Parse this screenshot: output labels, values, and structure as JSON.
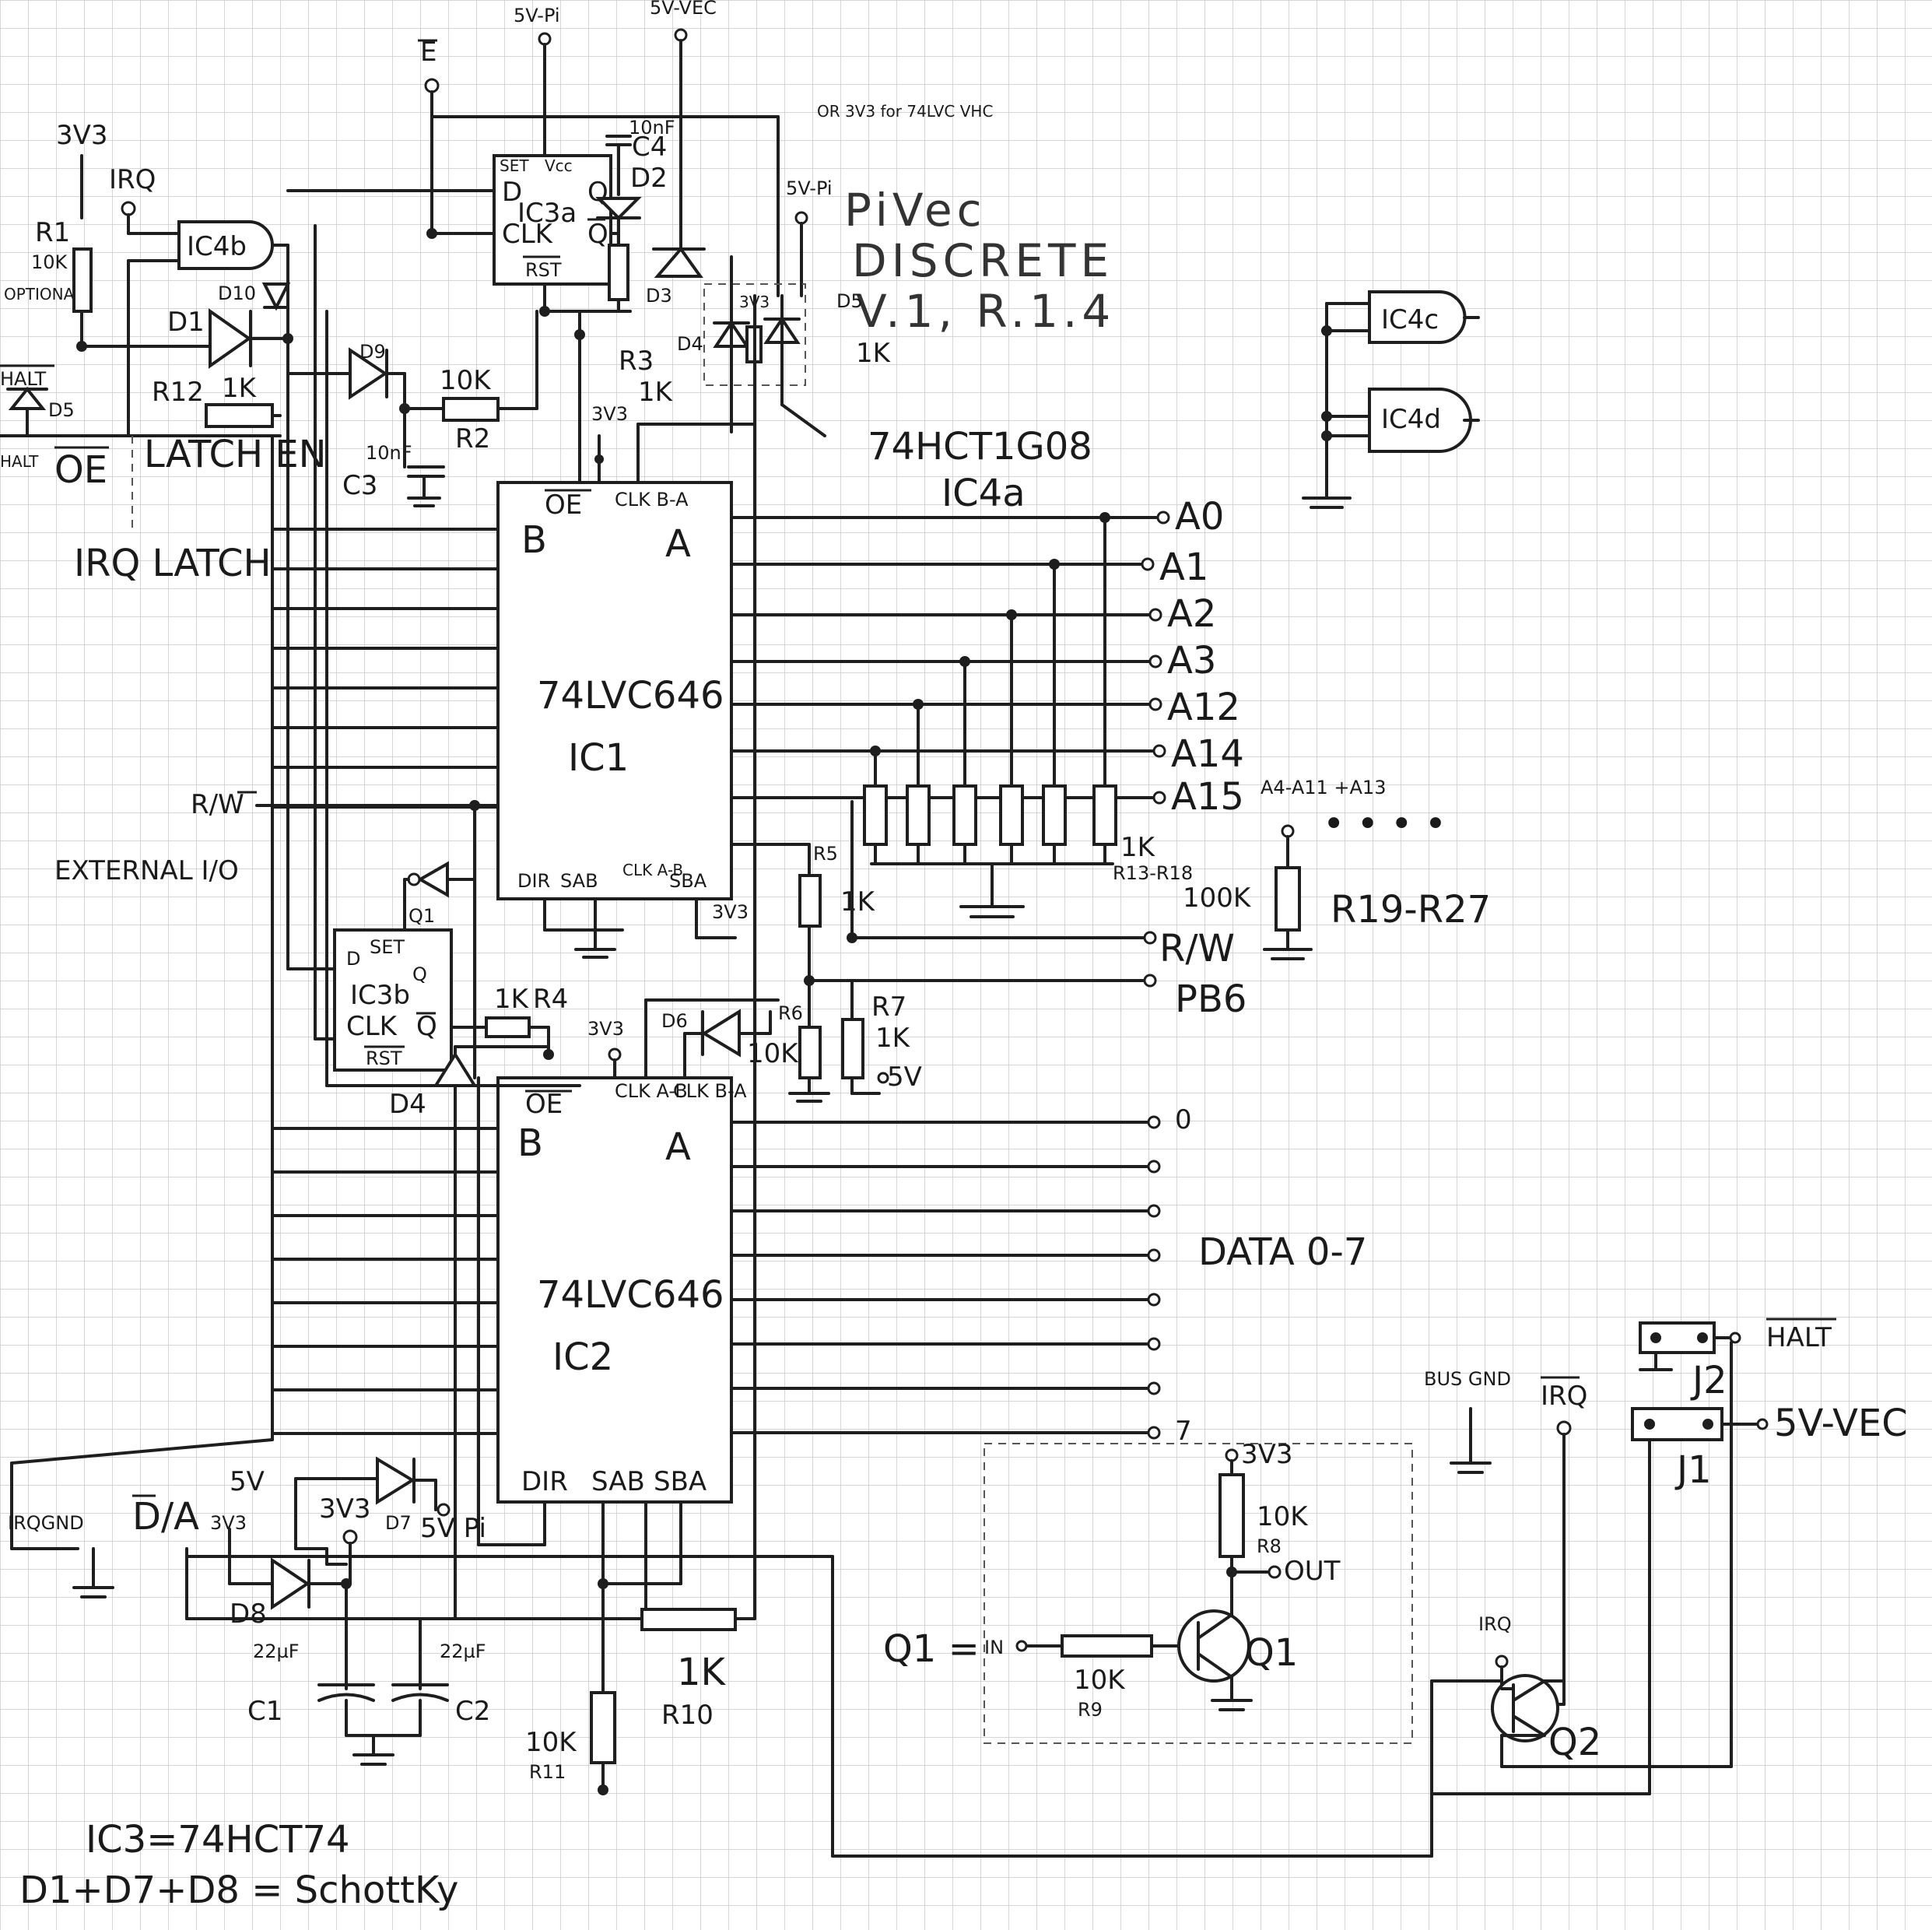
{
  "grid": {
    "cell": 36,
    "line_color": "#c8c8c8"
  },
  "colors": {
    "ink": "#1e1e1e",
    "paper": "#ffffff"
  },
  "title": {
    "line1": "PiVec",
    "line2": "DISCRETE",
    "line3": "V.1, R.1.4"
  },
  "power": {
    "v5_pi": "5V-Pi",
    "v5_vec": "5V-VEC",
    "e_bar": "E",
    "v3v3": "3V3",
    "or_note": "OR 3V3 for 74LVC VHC",
    "v5_pi_2": "5V-Pi"
  },
  "ic": {
    "ic1_part": "74LVC646",
    "ic1_ref": "IC1",
    "ic2_part": "74LVC646",
    "ic2_ref": "IC2",
    "ic3a": "IC3a",
    "ic3b": "IC3b",
    "ic4a": "IC4a",
    "ic4b": "IC4b",
    "ic4c": "IC4c",
    "ic4d": "IC4d",
    "ic4_part": "74HCT1G08",
    "pin_b": "B",
    "pin_a": "A",
    "pin_oe": "OE",
    "pin_clkba": "CLK B-A",
    "pin_clkab": "CLK A-B",
    "pin_dir": "DIR",
    "pin_sab": "SAB",
    "pin_sba": "SBA",
    "ff_d": "D",
    "ff_q": "Q",
    "ff_qbar": "Q",
    "ff_clk": "CLK",
    "ff_rst": "RST",
    "ff_set": "SET",
    "ff_vcc": "Vcc"
  },
  "components": {
    "r1": "R1",
    "r1_val": "10K",
    "r1_note": "OPTIONAL",
    "r2": "R2",
    "r2_val": "10K",
    "r3": "R3",
    "r3_val": "1K",
    "r4": "R4",
    "r4_val": "1K",
    "r5": "R5",
    "r5_val": "1K",
    "r6": "R6",
    "r6_val": "10K",
    "r7": "R7",
    "r7_val": "1K",
    "r7_supply": "5V",
    "r8": "R8",
    "r8_val": "10K",
    "r9": "R9",
    "r9_val": "10K",
    "r10": "R10",
    "r10_val": "1K",
    "r11": "R11",
    "r11_val": "10K",
    "r12": "R12",
    "r12_val": "1K",
    "r13_18": "R13-R18",
    "r13_18_val": "1K",
    "r19_27": "R19-R27",
    "r19_27_val": "100K",
    "c1": "C1",
    "c1_val": "22µF",
    "c2": "C2",
    "c2_val": "22µF",
    "c3": "C3",
    "c3_val": "10nF",
    "c4": "C4",
    "c4_val": "10nF",
    "d1": "D1",
    "d2": "D2",
    "d3": "D3",
    "d4": "D4",
    "d5": "D5",
    "d6": "D6",
    "d7": "D7",
    "d8": "D8",
    "d9": "D9",
    "d10": "D10",
    "q1": "Q1",
    "q2": "Q2",
    "j1": "J1",
    "j2": "J2"
  },
  "nets": {
    "irq": "IRQ",
    "halt": "HALT",
    "oe": "OE",
    "latch_en": "LATCH EN",
    "irq_latch": "IRQ LATCH",
    "r_w_left": "R/W",
    "external_io": "EXTERNAL I/O",
    "irqgnd": "IRQGND",
    "d_a": "D/A",
    "n5v": "5V",
    "n3v3": "3V3",
    "n5v_pi": "5V Pi",
    "address": [
      "A0",
      "A1",
      "A2",
      "A3",
      "A12",
      "A14",
      "A15"
    ],
    "addr_extra": "A4-A11 +A13",
    "r_w": "R/W",
    "pb6": "PB6",
    "data": [
      "0",
      "",
      "",
      "",
      "",
      "",
      "",
      "7"
    ],
    "data_label": "DATA 0-7",
    "bus_gnd": "BUS GND",
    "halt_out": "HALT",
    "v5vec_out": "5V-VEC",
    "irq_out": "IRQ",
    "q1_in": "IN",
    "q1_out": "OUT",
    "q1_eq": "Q1 =",
    "q2_irq": "IRQ"
  },
  "notes": {
    "ic3": "IC3=74HCT74",
    "schottky": "D1+D7+D8 = SchottKy"
  }
}
